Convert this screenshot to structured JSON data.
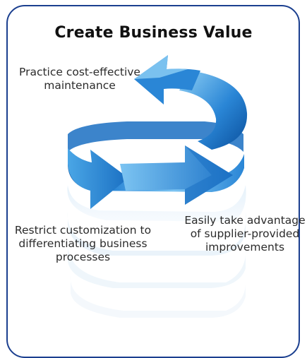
{
  "title": "Create Business Value",
  "labels": {
    "top": "Practice cost-effective maintenance",
    "right": "Easily take advantage of supplier-provided improvements",
    "left": "Restrict customization to differentiating business processes"
  },
  "colors": {
    "frame_border": "#1b3f8f",
    "arrow_dark": "#0a4f9c",
    "arrow_mid": "#2a86d6",
    "arrow_light": "#7cc4f2",
    "ghost_ring": "#d8eaf7"
  }
}
